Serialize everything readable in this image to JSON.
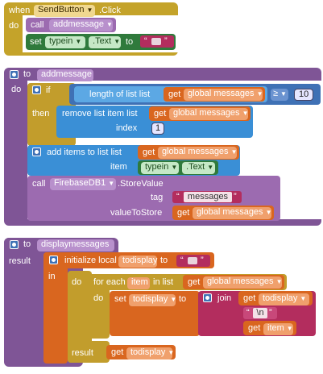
{
  "colors": {
    "event": "#c4a32a",
    "procedure": "#7f5596",
    "proc_bar": "#9c6bb0",
    "list": "#3a8fd6",
    "list_bar": "#5ca8e4",
    "control": "#c29d2c",
    "variable": "#d9661f",
    "text": "#b32d5e",
    "component": "#2f7a3c",
    "firebase": "#7f5596",
    "math": "#3f71b5",
    "dark_text": "#3b2b00"
  },
  "event_block": {
    "when": "when",
    "component": "SendButton",
    "event": ".Click",
    "do": "do",
    "call": "call",
    "call_name": "addmessage",
    "set": "set",
    "set_component": "typein",
    "set_prop": "Text",
    "to": "to",
    "str_value": ""
  },
  "addmessage_proc": {
    "to": "to",
    "name": "addmessage",
    "do": "do",
    "if": "if",
    "length_of_list": "length of list  list",
    "get": "get",
    "global_messages": "global messages",
    "ge": "≥",
    "ge_val": "10",
    "then": "then",
    "remove_item": "remove list item  list",
    "index": "index",
    "index_val": "1",
    "add_items": "add items to list  list",
    "item": "item",
    "typein": "typein",
    "text_prop": "Text",
    "call": "call",
    "firebase": "FirebaseDB1",
    "store_value": ".StoreValue",
    "tag": "tag",
    "tag_value": "messages",
    "value_to_store": "valueToStore"
  },
  "display_proc": {
    "to": "to",
    "name": "displaymessages",
    "result": "result",
    "init_local": "initialize local",
    "local_name": "todisplay",
    "to2": "to",
    "in": "in",
    "do": "do",
    "for_each": "for each",
    "item_var": "item",
    "in_list": "in list",
    "get": "get",
    "global_messages": "global messages",
    "do2": "do",
    "set": "set",
    "set_var": "todisplay",
    "set_to": "to",
    "join": "join",
    "join_get": "todisplay",
    "newline": "\\n",
    "get_item": "item",
    "result2": "result",
    "result_get": "todisplay"
  }
}
